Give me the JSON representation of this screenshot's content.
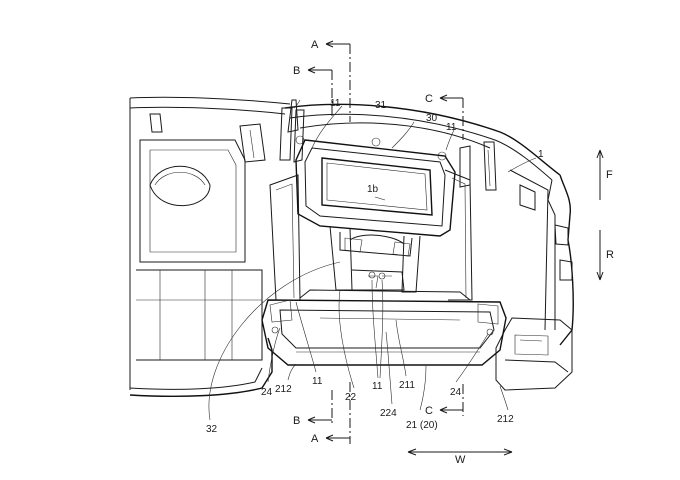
{
  "section_markers": {
    "a_top": "A",
    "b_top": "B",
    "c_top": "C",
    "a_bottom": "A",
    "b_bottom": "B",
    "c_bottom": "C"
  },
  "direction_labels": {
    "front": "F",
    "rear": "R",
    "width": "W"
  },
  "reference_numerals": {
    "n1": "1",
    "n1b": "1b",
    "n11_a": "11",
    "n11_b": "11",
    "n11_c": "11",
    "n11_d": "11",
    "n30": "30",
    "n31": "31",
    "n32": "32",
    "n24_left": "24",
    "n24_right": "24",
    "n212_left": "212",
    "n212_right": "212",
    "n22": "22",
    "n211": "211",
    "n224": "224",
    "n21_20": "21 (20)"
  }
}
